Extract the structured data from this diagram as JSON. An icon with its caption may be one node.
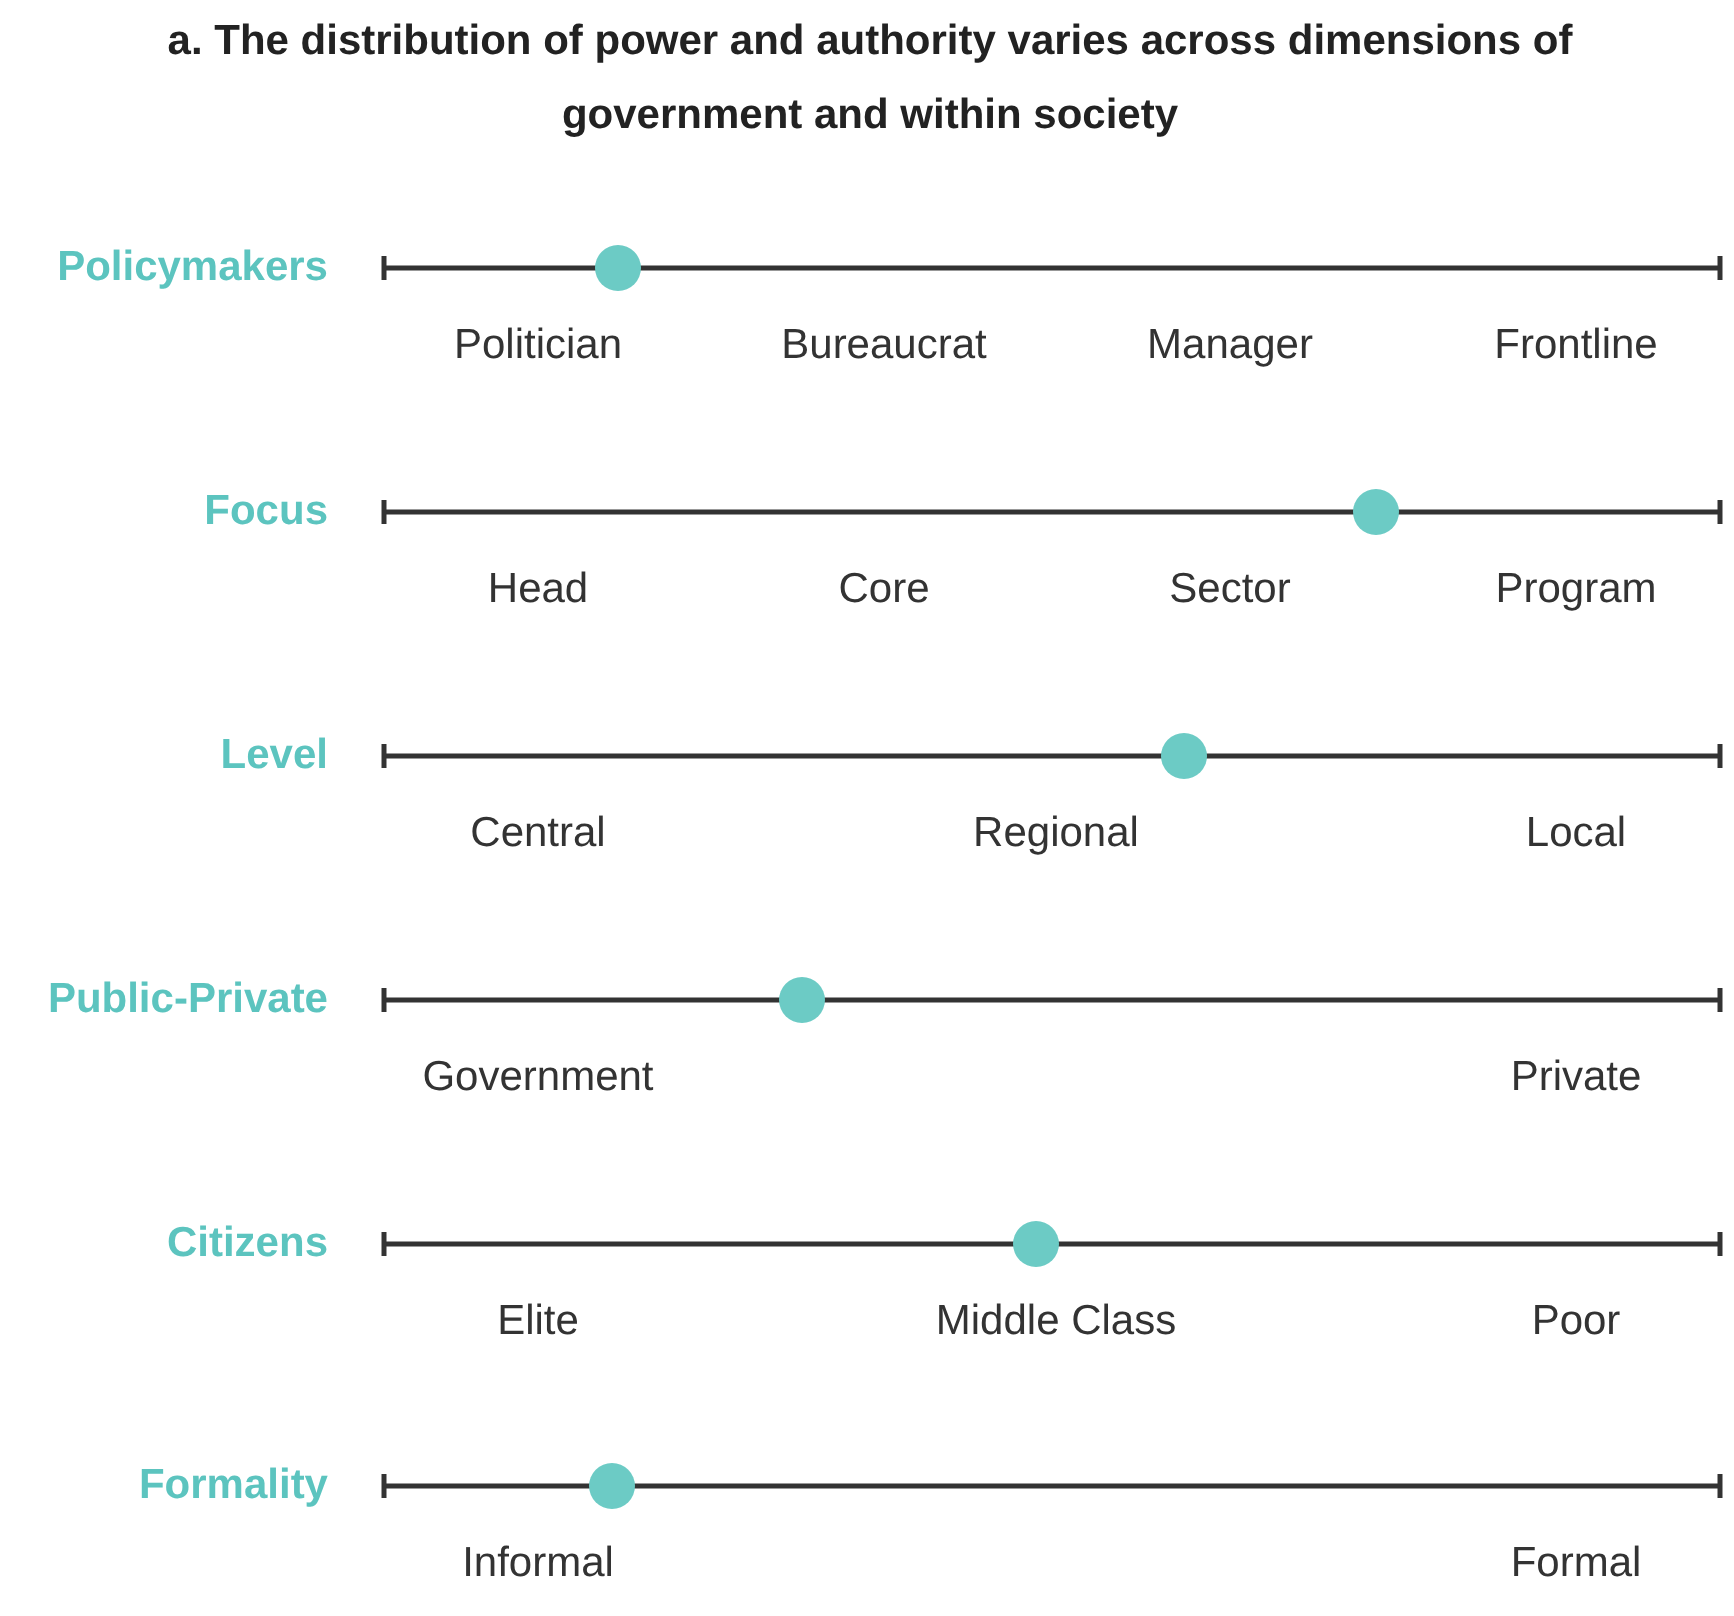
{
  "diagram": {
    "title": "a. The distribution of power and authority varies across dimensions of government and within society",
    "labels": [
      "Policymakers",
      "Politician",
      "Bureaucrat",
      "Manager",
      "Frontline",
      "Focus",
      "Head",
      "Core",
      "Sector",
      "Program",
      "Level",
      "Central",
      "Regional",
      "Local",
      "Public-Private",
      "Government",
      "Private",
      "Citizens",
      "Elite",
      "Middle Class",
      "Poor",
      "Formality",
      "Informal",
      "Formal"
    ]
  }
}
